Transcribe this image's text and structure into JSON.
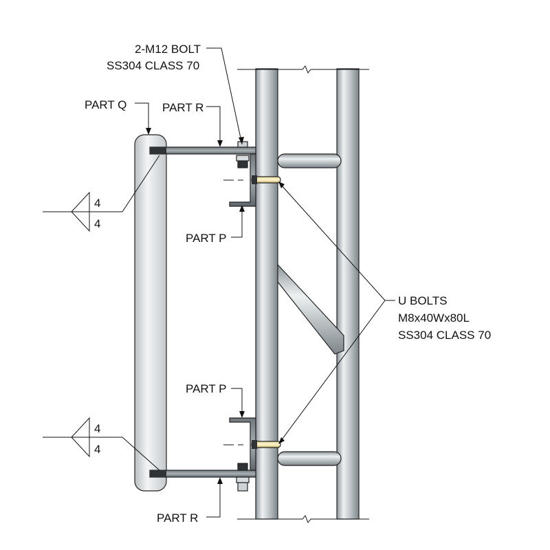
{
  "labels": {
    "bolt_line1": "2-M12 BOLT",
    "bolt_line2": "SS304 CLASS 70",
    "part_q": "PART  Q",
    "part_r_top": "PART  R",
    "part_p_top": "PART  P",
    "part_p_bottom": "PART  P",
    "part_r_bottom": "PART  R",
    "ubolt_line1": "U BOLTS",
    "ubolt_line2": "M8x40Wx80L",
    "ubolt_line3": "SS304 CLASS 70"
  },
  "welds": {
    "top_upper": "4",
    "top_lower": "4",
    "bottom_upper": "4",
    "bottom_lower": "4"
  }
}
